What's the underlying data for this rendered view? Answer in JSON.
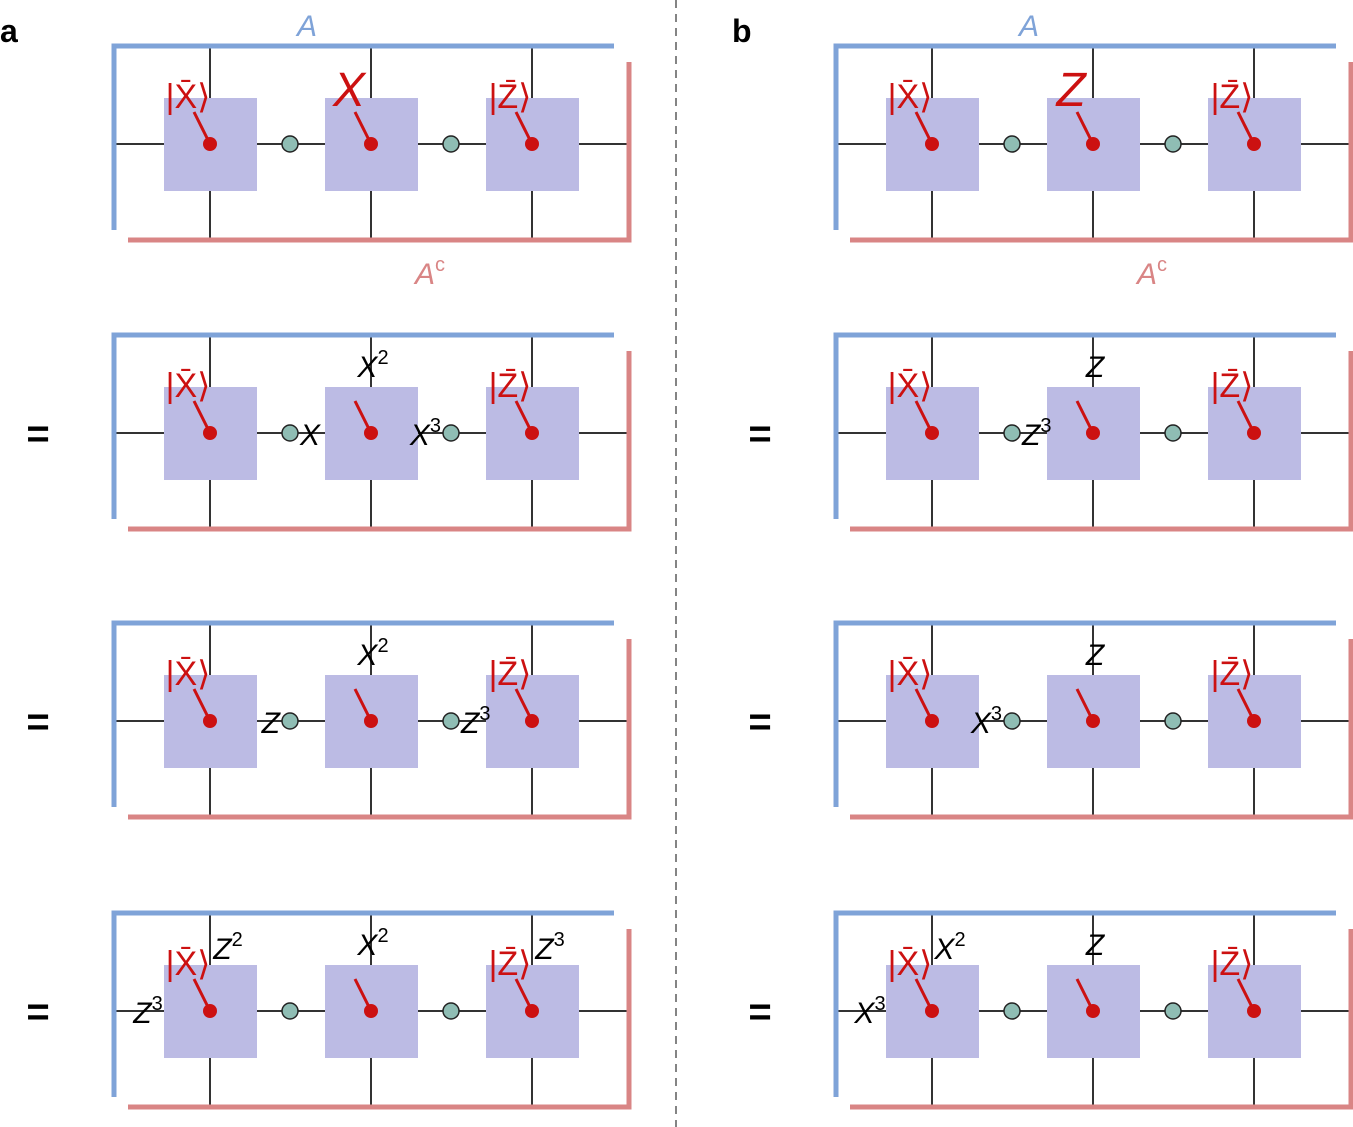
{
  "panels": [
    {
      "label": "b",
      "region_a": "A",
      "region_c_base": "A",
      "region_c_sup": "c",
      "rows": [
        {
          "eq": "",
          "sites": [
            {
              "top": "|X̄⟩",
              "top_red": true
            },
            {
              "top": "Z",
              "top_red": true,
              "big": true
            },
            {
              "top": "|Z̄⟩",
              "top_red": true
            }
          ],
          "bond_labels": []
        },
        {
          "eq": "=",
          "sites": [
            {
              "top": "|X̄⟩",
              "top_red": true
            },
            {
              "top": "Z",
              "top_red": false
            },
            {
              "top": "|Z̄⟩",
              "top_red": true
            }
          ],
          "bond_labels": [
            {
              "bond": 0,
              "side": "right",
              "base": "Z",
              "sup": "3"
            }
          ]
        },
        {
          "eq": "=",
          "sites": [
            {
              "top": "|X̄⟩",
              "top_red": true
            },
            {
              "top": "Z",
              "top_red": false
            },
            {
              "top": "|Z̄⟩",
              "top_red": true
            }
          ],
          "bond_labels": [
            {
              "bond": 0,
              "side": "left",
              "base": "X",
              "sup": "3"
            }
          ]
        },
        {
          "eq": "=",
          "sites": [
            {
              "top": "|X̄⟩",
              "top_red": true,
              "extra_base": "X",
              "extra_sup": "2"
            },
            {
              "top": "Z",
              "top_red": false
            },
            {
              "top": "|Z̄⟩",
              "top_red": true
            }
          ],
          "bond_labels": [
            {
              "bond": -1,
              "side": "left",
              "base": "X",
              "sup": "3"
            }
          ]
        }
      ]
    }
  ],
  "panel_a": {
    "label": "a",
    "region_a": "A",
    "region_c_base": "A",
    "region_c_sup": "c",
    "rows": [
      {
        "eq": "",
        "sites": [
          {
            "top": "|X̄⟩",
            "top_red": true
          },
          {
            "top": "X",
            "top_red": true,
            "big": true
          },
          {
            "top": "|Z̄⟩",
            "top_red": true
          }
        ],
        "bond_labels": []
      },
      {
        "eq": "=",
        "sites": [
          {
            "top": "|X̄⟩",
            "top_red": true
          },
          {
            "top": "X",
            "top_red": false,
            "sup": "2"
          },
          {
            "top": "|Z̄⟩",
            "top_red": true
          }
        ],
        "bond_labels": [
          {
            "bond": 0,
            "side": "right",
            "base": "X",
            "sup": ""
          },
          {
            "bond": 1,
            "side": "left",
            "base": "X",
            "sup": "3"
          }
        ]
      },
      {
        "eq": "=",
        "sites": [
          {
            "top": "|X̄⟩",
            "top_red": true
          },
          {
            "top": "X",
            "top_red": false,
            "sup": "2"
          },
          {
            "top": "|Z̄⟩",
            "top_red": true
          }
        ],
        "bond_labels": [
          {
            "bond": 0,
            "side": "left",
            "base": "Z",
            "sup": ""
          },
          {
            "bond": 1,
            "side": "right",
            "base": "Z",
            "sup": "3"
          }
        ]
      },
      {
        "eq": "=",
        "sites": [
          {
            "top": "|X̄⟩",
            "top_red": true,
            "extra_base": "Z",
            "extra_sup": "2"
          },
          {
            "top": "X",
            "top_red": false,
            "sup": "2"
          },
          {
            "top": "|Z̄⟩",
            "top_red": true,
            "extra_base": "Z",
            "extra_sup": "3"
          }
        ],
        "bond_labels": [
          {
            "bond": -1,
            "side": "left",
            "base": "Z",
            "sup": "3"
          }
        ]
      }
    ]
  },
  "colors": {
    "region_a": "#7fa3d8",
    "region_c": "#d98585",
    "tensor": "#bcbbe4",
    "red": "#cc1111",
    "bond_node": "#8fbdb4",
    "line": "#333333"
  }
}
